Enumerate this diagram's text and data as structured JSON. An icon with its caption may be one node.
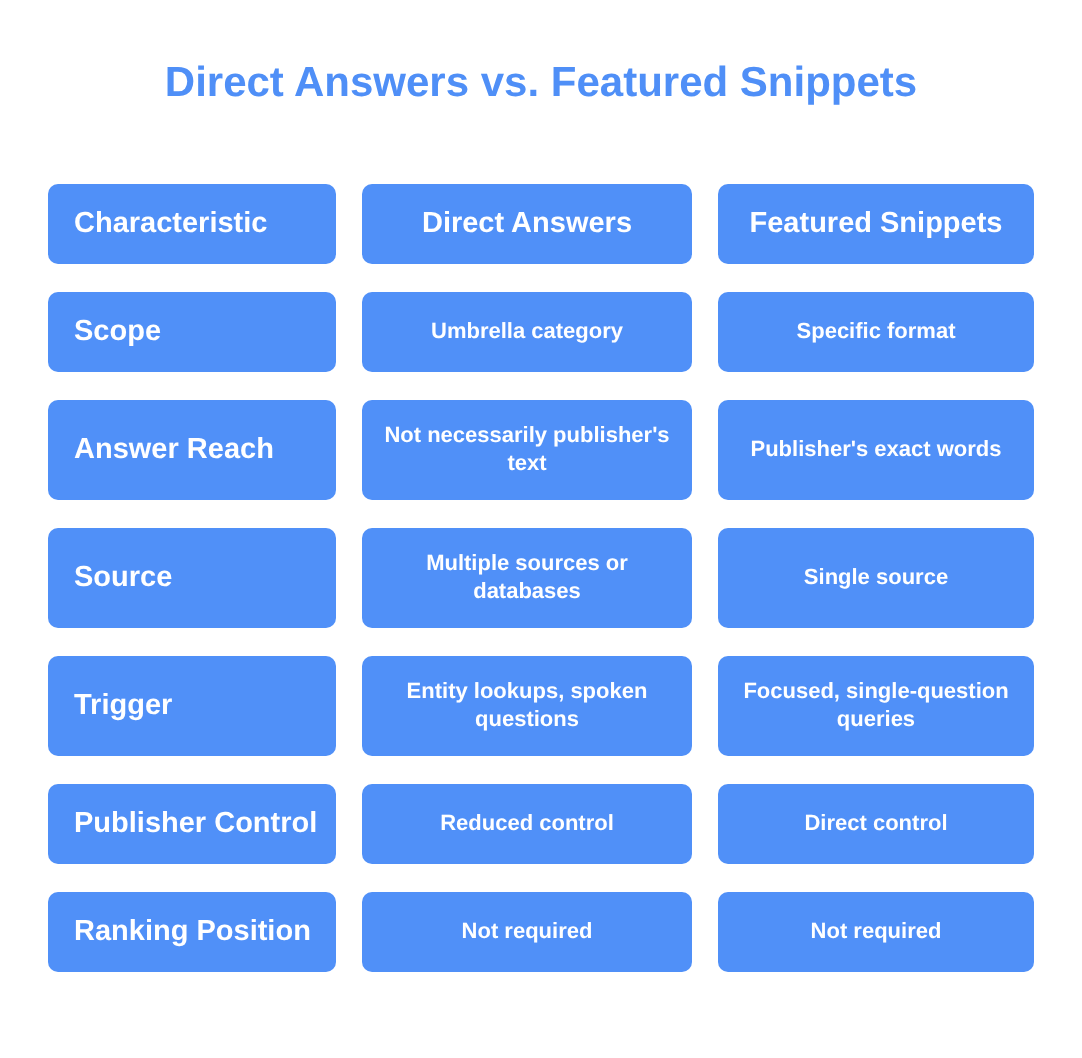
{
  "diagram": {
    "title": "Direct Answers vs. Featured Snippets",
    "nodes": [
      {
        "text": [
          "Characteristic"
        ]
      },
      {
        "text": [
          "Direct Answers"
        ]
      },
      {
        "text": [
          "Featured Snippets"
        ]
      },
      {
        "text": [
          "Scope"
        ]
      },
      {
        "text": [
          "Umbrella category"
        ]
      },
      {
        "text": [
          "Specific format"
        ]
      },
      {
        "text": [
          "Answer Reach"
        ]
      },
      {
        "text": [
          "Not necessarily publisher's text"
        ]
      },
      {
        "text": [
          "Publisher's exact words"
        ]
      },
      {
        "text": [
          "Source"
        ]
      },
      {
        "text": [
          "Multiple sources or databases"
        ]
      },
      {
        "text": [
          "Single source"
        ]
      },
      {
        "text": [
          "Trigger"
        ]
      },
      {
        "text": [
          "Entity lookups, spoken questions"
        ]
      },
      {
        "text": [
          "Focused, single-question queries"
        ]
      },
      {
        "text": [
          "Publisher Control"
        ]
      },
      {
        "text": [
          "Reduced control"
        ]
      },
      {
        "text": [
          "Direct control"
        ]
      },
      {
        "text": [
          "Ranking Position"
        ]
      },
      {
        "text": [
          "Not required"
        ]
      },
      {
        "text": [
          "Not required"
        ]
      }
    ]
  }
}
